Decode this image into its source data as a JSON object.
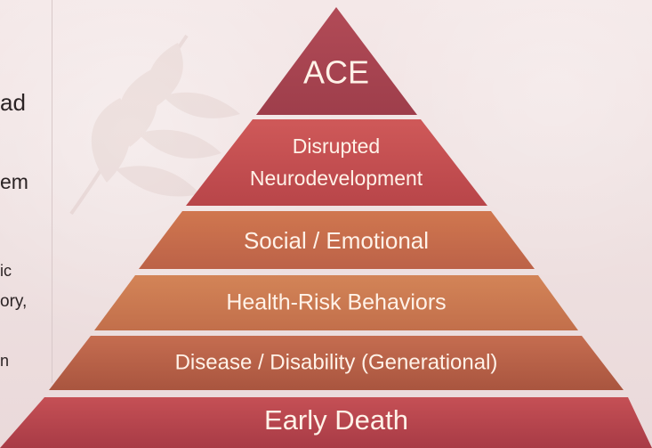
{
  "left_text": [
    "ad",
    "em",
    "ic",
    "ory,",
    "n"
  ],
  "pyramid": {
    "tiers": [
      {
        "label": "ACE",
        "color": "#a94450"
      },
      {
        "label_lines": [
          "Disrupted",
          "Neurodevelopment"
        ],
        "color": "#c24c4f"
      },
      {
        "label": "Social / Emotional",
        "color": "#c4694a"
      },
      {
        "label": "Health-Risk Behaviors",
        "color": "#c8784f"
      },
      {
        "label": "Disease / Disability (Generational)",
        "color": "#b65f48"
      },
      {
        "label": "Early Death",
        "color": "#b6444e"
      }
    ]
  },
  "colors": {
    "gap": "#f3e8e8"
  }
}
